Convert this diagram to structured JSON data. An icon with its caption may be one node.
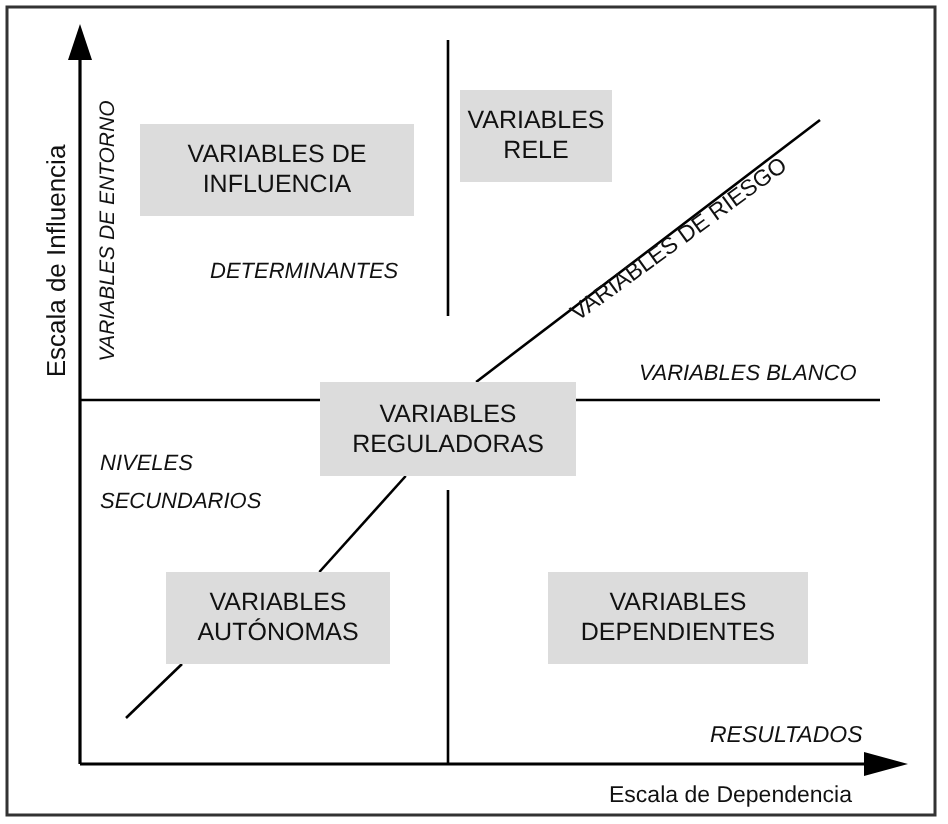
{
  "diagram": {
    "nodes": [
      {
        "text": [
          "VARIABLES DE INFLUENCIA"
        ]
      },
      {
        "text": [
          "VARIABLES RELE"
        ]
      },
      {
        "text": [
          "VARIABLES REGULADORAS"
        ]
      },
      {
        "text": [
          "VARIABLES AUTÓNOMAS"
        ]
      },
      {
        "text": [
          "VARIABLES DEPENDIENTES"
        ]
      }
    ],
    "edges": [
      {
        "from": null,
        "to": 3,
        "arrow": "none"
      },
      {
        "from": 3,
        "to": 2,
        "arrow": "none"
      },
      {
        "from": 2,
        "to": null,
        "arrow": "none"
      }
    ],
    "labels": [
      "Escala de Influencia",
      "VARIABLES DE ENTORNO",
      "VARIABLES DE RIESGO",
      "DETERMINANTES",
      "VARIABLES BLANCO",
      "NIVELES SECUNDARIOS",
      "RESULTADOS",
      "Escala de Dependencia"
    ]
  }
}
